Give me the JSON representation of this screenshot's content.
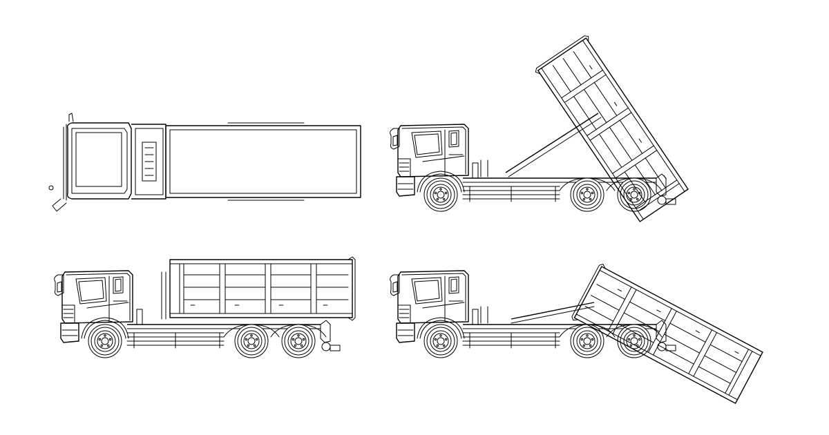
{
  "canvas": {
    "background": "#ffffff",
    "line_color": "#000000"
  },
  "views": [
    {
      "id": "top-view",
      "description_visible": false
    },
    {
      "id": "side-view-loaded",
      "description_visible": false
    },
    {
      "id": "side-view-tipping-high",
      "description_visible": false
    },
    {
      "id": "side-view-tipping-low",
      "description_visible": false
    }
  ]
}
